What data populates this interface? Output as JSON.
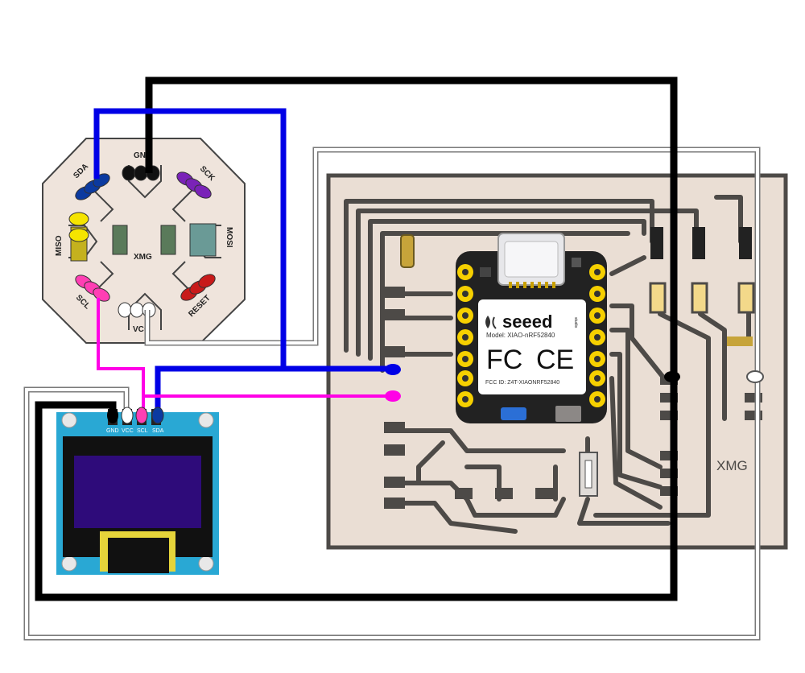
{
  "colors": {
    "gnd_wire": "#000000",
    "vcc_wire": "#ffffff",
    "sda_wire": "#0000e6",
    "scl_wire": "#ff00e6",
    "board": "#eaded4",
    "trace": "#4d4a47",
    "oled_pcb": "#29a8d4",
    "oled_screen": "#2e0b7a",
    "xiao_body": "#222222",
    "pad_gold": "#f6d000"
  },
  "connector": {
    "board_name": "XMG",
    "pins": {
      "gnd": "GND",
      "sda": "SDA",
      "sck": "SCK",
      "miso": "MISO",
      "mosi": "MOSI",
      "scl": "SCL",
      "reset": "RESET",
      "vcc": "VCC"
    }
  },
  "oled": {
    "pin_labels": [
      "GND",
      "VCC",
      "SCL",
      "SDA"
    ]
  },
  "main_board": {
    "label": "XMG"
  },
  "xiao": {
    "brand": "seeed",
    "brand_sub": "studio",
    "model": "Model: XIAO-nRF52840",
    "fcc_mark": "FC",
    "ce_mark": "CE",
    "fcc_id": "FCC ID: Z4T-XIAONRF52840"
  },
  "icons": {
    "seeed_logo": "leaf-logo-icon",
    "usb_c": "usb-c-port-icon"
  }
}
